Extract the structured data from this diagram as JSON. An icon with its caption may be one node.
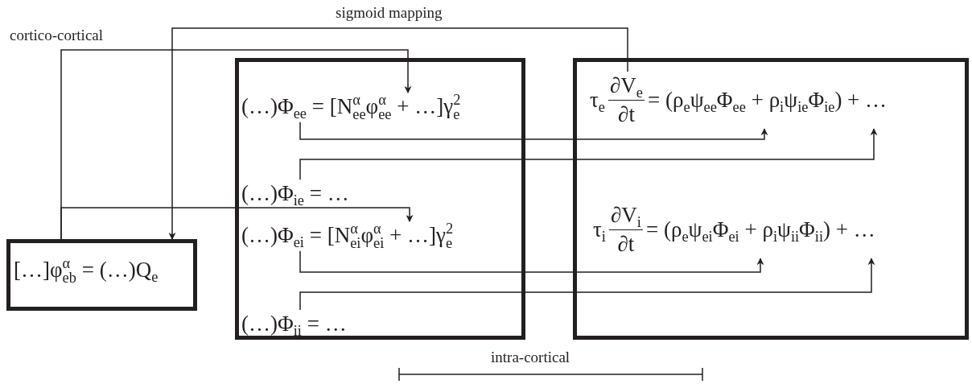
{
  "diagram": {
    "nodes": [
      {
        "text": [
          "[…]φ$^{α}$$_{eb}$ = (…)Q$_{e}$"
        ]
      },
      {
        "text": [],
        "shape": "box"
      },
      {
        "text": [
          "(…)Φ$_{ee}$ = [N$^{α}$$_{ee}$φ$^{α}$$_{ee}$ + …]γ$^{2}$$_{e}$"
        ],
        "in": 1
      },
      {
        "text": [
          "(…)Φ$_{ie}$ = …"
        ],
        "in": 1
      },
      {
        "text": [
          "(…)Φ$_{ei}$ = [N$^{α}$$_{ei}$φ$^{α}$$_{ei}$ + …]γ$^{2}$$_{e}$"
        ],
        "in": 1
      },
      {
        "text": [
          "(…)Φ$_{ii}$ = …"
        ],
        "in": 1
      },
      {
        "text": [],
        "shape": "box"
      },
      {
        "text": [
          "τ$_{e}$",
          "∂V$_{e}$",
          "∂t",
          "= (ρ$_{e}$ψ$_{ee}$Φ$_{ee}$ + ρ$_{i}$ψ$_{ie}$Φ$_{ie}$) + …"
        ],
        "in": 6
      },
      {
        "text": [
          "τ$_{i}$",
          "∂V$_{i}$",
          "∂t",
          "= (ρ$_{e}$ψ$_{ei}$Φ$_{ei}$ + ρ$_{i}$ψ$_{ii}$Φ$_{ii}$) + …"
        ],
        "in": 6
      }
    ],
    "edges": [
      {
        "from": 0,
        "to": 2,
        "arrow": "to",
        "label": "cortico-cortical"
      },
      {
        "from": 0,
        "to": 4,
        "arrow": "to"
      },
      {
        "from": 7,
        "to": 0,
        "arrow": "to",
        "label": "sigmoid mapping"
      },
      {
        "from": 2,
        "to": 7,
        "arrow": "to"
      },
      {
        "from": 3,
        "to": 7,
        "arrow": "to"
      },
      {
        "from": 4,
        "to": 8,
        "arrow": "to"
      },
      {
        "from": 5,
        "to": 8,
        "arrow": "to"
      }
    ],
    "labels": [
      "intra-cortical"
    ]
  }
}
